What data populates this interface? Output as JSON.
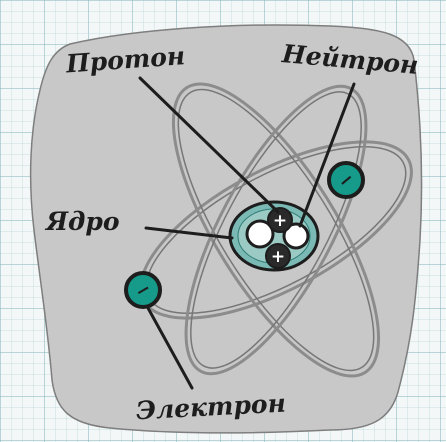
{
  "diagram": {
    "labels": {
      "proton": "Протон",
      "neutron": "Нейтрон",
      "nucleus": "Ядро",
      "electron": "Электрон"
    },
    "particle_signs": {
      "proton": "+",
      "electron": "−"
    },
    "colors": {
      "blob": "#c8c8c8",
      "nucleus": "#7ab9b4",
      "electron": "#169a8a",
      "proton": "#2a2a2a",
      "neutron": "#ffffff",
      "orbit": "#8a8a8a",
      "ink": "#1d1d1d"
    }
  }
}
